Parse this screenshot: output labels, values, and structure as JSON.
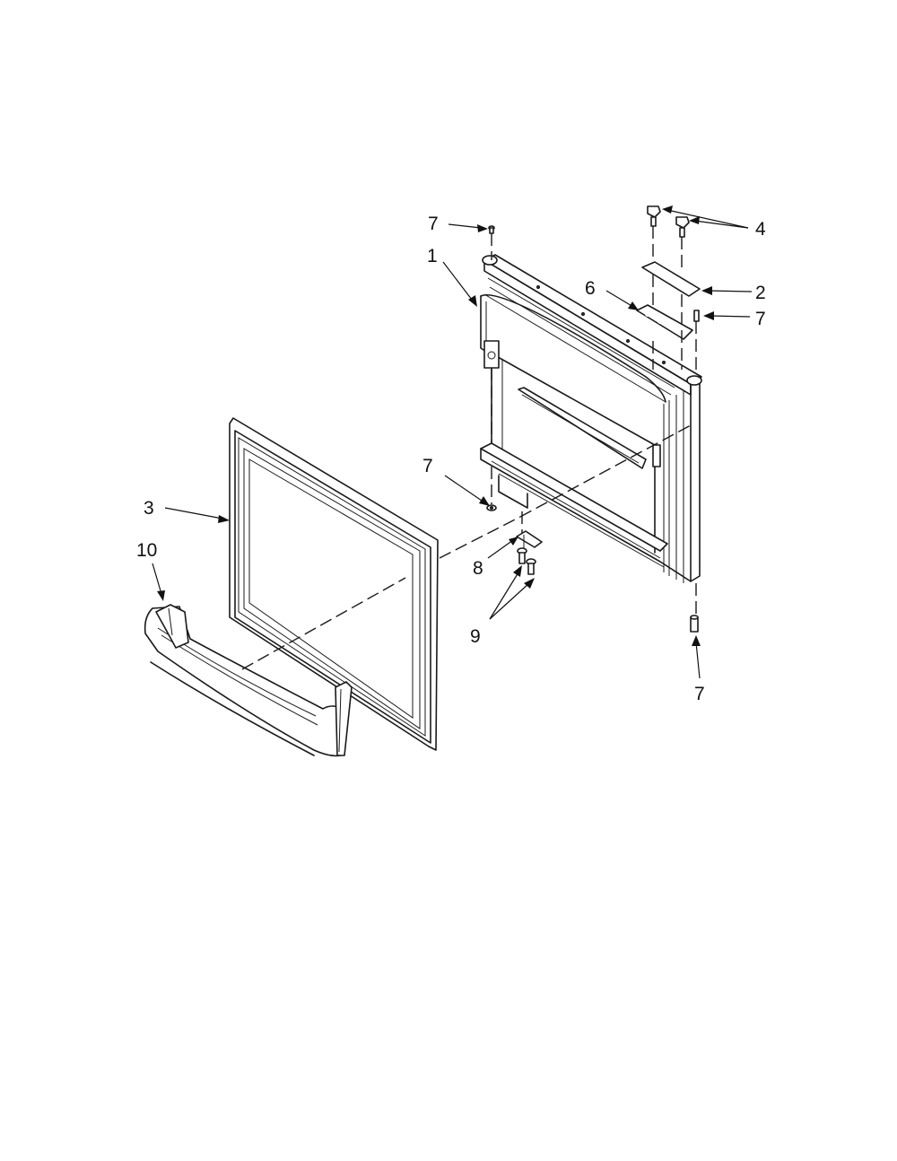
{
  "callouts": {
    "c1": "1",
    "c2": "2",
    "c3": "3",
    "c4": "4",
    "c6": "6",
    "c7a": "7",
    "c7b": "7",
    "c7c": "7",
    "c7d": "7",
    "c8": "8",
    "c9": "9",
    "c10": "10"
  },
  "colors": {
    "line": "#1a1a1a",
    "background": "#ffffff"
  }
}
